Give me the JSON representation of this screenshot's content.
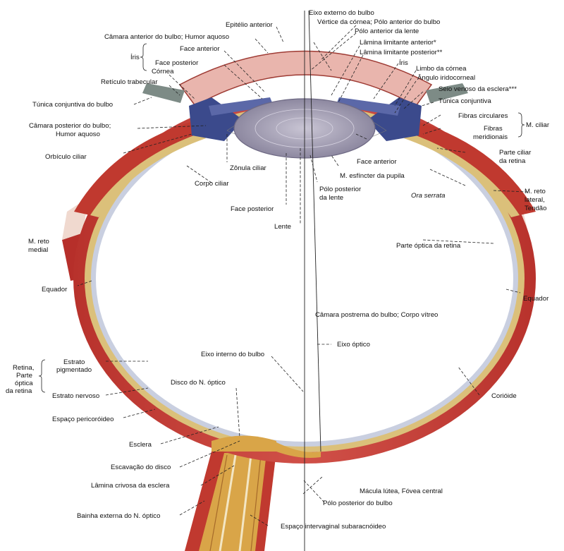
{
  "labels": {
    "eixo_externo": "Eixo externo do bulbo",
    "vertice_cornea": "Vértice da córnea; Pólo anterior do bulbo",
    "epitelio_anterior": "Epitélio anterior",
    "camara_anterior": "Câmara anterior do bulbo; Humor aquoso",
    "polo_anterior_lente": "Pólo anterior da lente",
    "iris_left": "Íris",
    "face_anterior_iris": "Face anterior",
    "face_posterior_iris": "Face posterior",
    "lamina_anterior": "Lâmina limitante anterior*",
    "lamina_posterior": "Lâmina limitante posterior**",
    "cornea": "Córnea",
    "iris_right": "Íris",
    "reticulo": "Retículo trabecular",
    "limbo": "Limbo da córnea",
    "angulo": "Ângulo iridocorneal",
    "seio_venoso": "Seio venoso da esclera***",
    "tunica_conj_left": "Túnica conjuntiva do bulbo",
    "tunica_conj_right": "Túnica conjuntiva",
    "camara_posterior_1": "Câmara posterior do bulbo;",
    "camara_posterior_2": "Humor aquoso",
    "fibras_circulares": "Fibras circulares",
    "fibras_meridionais_1": "Fibras",
    "fibras_meridionais_2": "meridionais",
    "m_ciliar": "M. ciliar",
    "orbiculo": "Orbículo ciliar",
    "face_anterior_lente": "Face anterior",
    "parte_ciliar_1": "Parte ciliar",
    "parte_ciliar_2": "da retina",
    "zonula": "Zônula ciliar",
    "m_esfincter": "M. esfíncter da pupila",
    "corpo_ciliar": "Corpo ciliar",
    "ora_serrata": "Ora serrata",
    "m_reto_lateral_1": "M. reto",
    "m_reto_lateral_2": "lateral,",
    "m_reto_lateral_3": "Tendão",
    "polo_posterior_lente_1": "Pólo posterior",
    "polo_posterior_lente_2": "da lente",
    "face_posterior_lente": "Face posterior",
    "lente": "Lente",
    "m_reto_medial_1": "M. reto",
    "m_reto_medial_2": "medial",
    "parte_optica": "Parte óptica da retina",
    "equador_left": "Equador",
    "equador_right": "Equador",
    "camara_postrema": "Câmara postrema do bulbo; Corpo vítreo",
    "eixo_optico": "Eixo óptico",
    "eixo_interno": "Eixo interno do bulbo",
    "retina_1": "Retina,",
    "retina_2": "Parte",
    "retina_3": "óptica",
    "retina_4": "da retina",
    "estrato_pigmentado_1": "Estrato",
    "estrato_pigmentado_2": "pigmentado",
    "estrato_nervoso": "Estrato nervoso",
    "disco": "Disco do N. óptico",
    "corioide": "Corióide",
    "espaco_pericoroideo": "Espaço pericoróideo",
    "esclera": "Esclera",
    "escavacao": "Escavação do disco",
    "macula": "Mácula lútea, Fóvea central",
    "lamina_crivosa": "Lâmina crivosa da esclera",
    "polo_posterior_bulbo": "Pólo posterior do bulbo",
    "bainha": "Bainha externa do N. óptico",
    "espaco_intervaginal": "Espaço intervaginal subaracnóideo"
  },
  "colors": {
    "sclera": "#c8473f",
    "cornea": "#e9b5ad",
    "choroid": "#dbc07a",
    "retina": "#c9cfe0",
    "iris": "#5b68a8",
    "lens": "#a8a3b5",
    "nerve_yellow": "#d9a548"
  }
}
